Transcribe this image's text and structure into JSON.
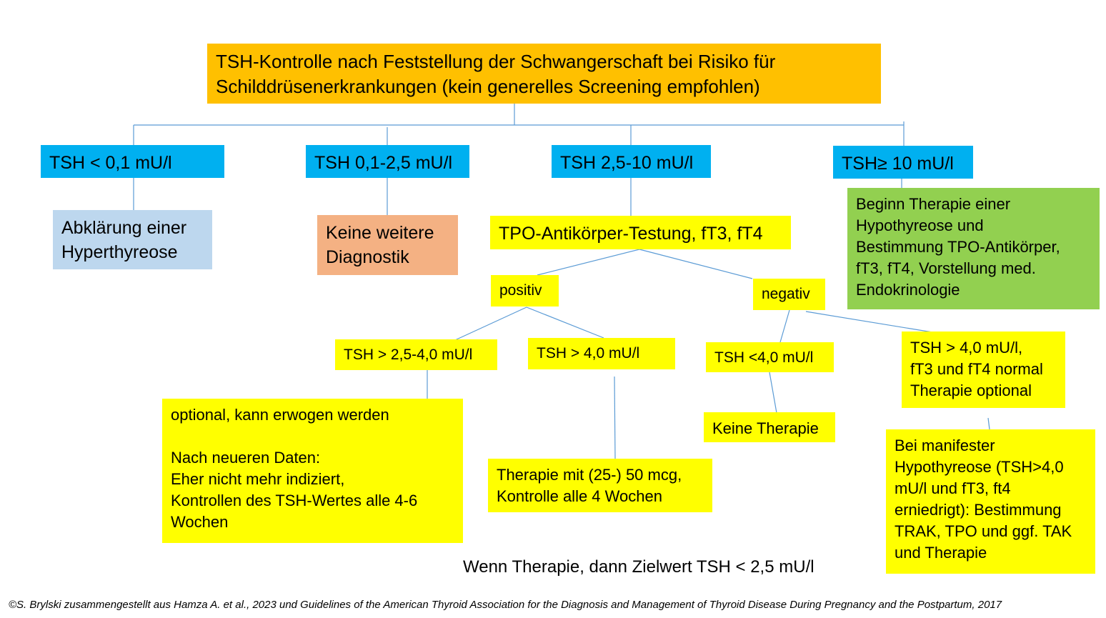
{
  "nodes": {
    "root": "TSH-Kontrolle nach Feststellung der Schwangerschaft bei Risiko für\nSchilddrüsenerkrankungen (kein generelles Screening empfohlen)",
    "tsh_low": "TSH < 0,1 mU/l",
    "tsh_normal": "TSH 0,1-2,5 mU/l",
    "tsh_mid": "TSH 2,5-10 mU/l",
    "tsh_high": "TSH≥ 10 mU/l",
    "hyperthyreose": "Abklärung einer\nHyperthyreose",
    "keine_diagnostik": "Keine weitere\nDiagnostik",
    "tpo_test": "TPO-Antikörper-Testung, fT3, fT4",
    "therapie_hypo": "Beginn Therapie einer\nHypothyreose und\nBestimmung TPO-Antikörper,\nfT3, fT4, Vorstellung med.\nEndokrinologie",
    "positiv": "positiv",
    "negativ": "negativ",
    "pos_tsh_25_40": "TSH > 2,5-4,0 mU/l",
    "pos_tsh_gt40": "TSH > 4,0 mU/l",
    "neg_tsh_lt40": "TSH <4,0 mU/l",
    "neg_tsh_gt40": "TSH > 4,0 mU/l,\nfT3 und fT4 normal\nTherapie optional",
    "optional": "optional, kann erwogen werden\n\nNach neueren Daten:\nEher nicht mehr indiziert,\nKontrollen des TSH-Wertes alle 4-6\nWochen",
    "therapie_50": "Therapie mit (25-) 50 mcg,\nKontrolle alle 4 Wochen",
    "keine_therapie": "Keine Therapie",
    "manifest": "Bei manifester\nHypothyreose (TSH>4,0\nmU/l und fT3, ft4\nerniedrigt): Bestimmung\nTRAK, TPO und ggf. TAK\nund Therapie"
  },
  "note": "Wenn Therapie, dann Zielwert TSH < 2,5 mU/l",
  "footer": "©S. Brylski zusammengestellt aus Hamza A. et al., 2023 und Guidelines of the American Thyroid Association for the Diagnosis and Management of Thyroid Disease During Pregnancy and the Postpartum, 2017",
  "colors": {
    "root": "#ffc000",
    "tsh_range": "#00b0f0",
    "hyperthyreose": "#bdd7ee",
    "keine_diagnostik": "#f4b183",
    "yellow": "#ffff00",
    "therapie_hypo": "#92d050",
    "connector": "#5b9bd5"
  }
}
